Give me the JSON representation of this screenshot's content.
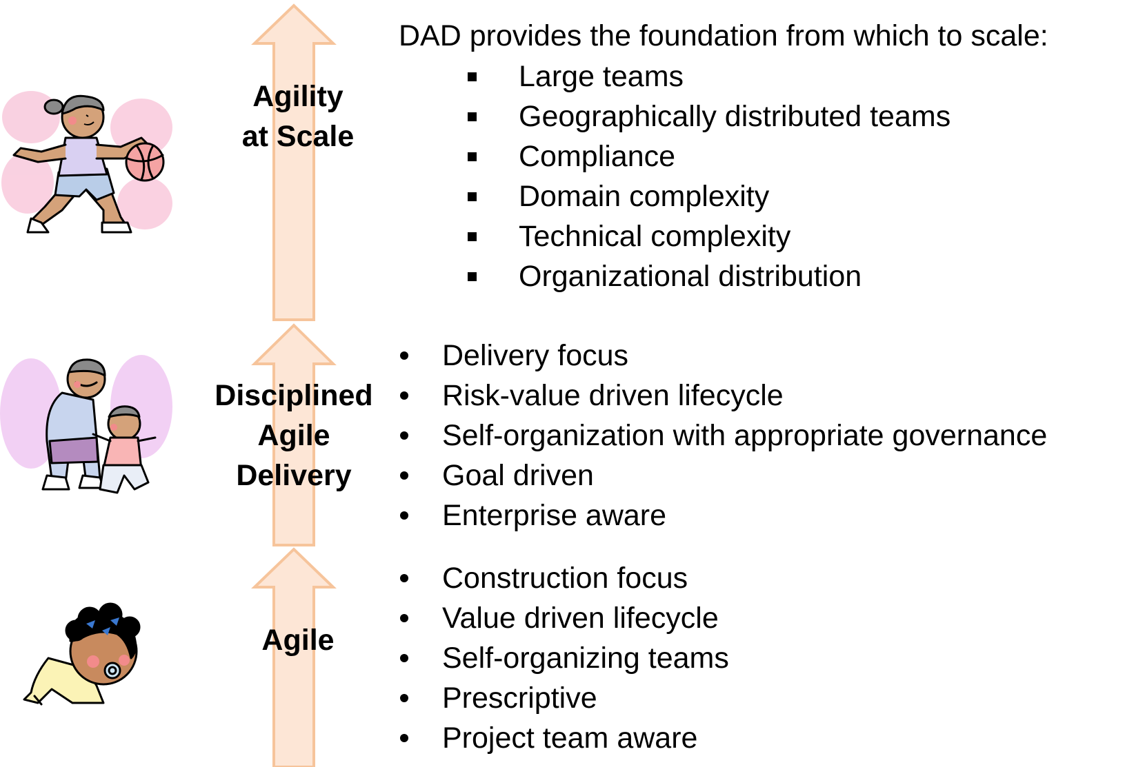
{
  "stages": {
    "scale": {
      "label_line1": "Agility",
      "label_line2": "at Scale"
    },
    "dad": {
      "label_line1": "Disciplined",
      "label_line2": "Agile",
      "label_line3": "Delivery"
    },
    "agile": {
      "label_line1": "Agile"
    }
  },
  "scale_section": {
    "intro": "DAD provides the foundation from which to scale:",
    "items": [
      "Large teams",
      "Geographically distributed teams",
      "Compliance",
      "Domain complexity",
      "Technical complexity",
      "Organizational distribution"
    ]
  },
  "dad_section": {
    "items": [
      "Delivery focus",
      "Risk-value driven lifecycle",
      "Self-organization with appropriate governance",
      "Goal driven",
      "Enterprise aware"
    ]
  },
  "agile_section": {
    "items": [
      "Construction focus",
      "Value driven lifecycle",
      "Self-organizing teams",
      "Prescriptive",
      "Project team aware"
    ]
  },
  "colors": {
    "arrow_fill": "#fde6d6",
    "arrow_stroke": "#f6c49b",
    "blob_pink": "#f9c9dc",
    "blob_lilac": "#f0c8f2"
  },
  "figures": {
    "top": "child-dribbling-basketball-clipart",
    "middle": "adult-helping-toddler-walk-clipart",
    "bottom": "crawling-baby-with-pacifier-clipart"
  }
}
